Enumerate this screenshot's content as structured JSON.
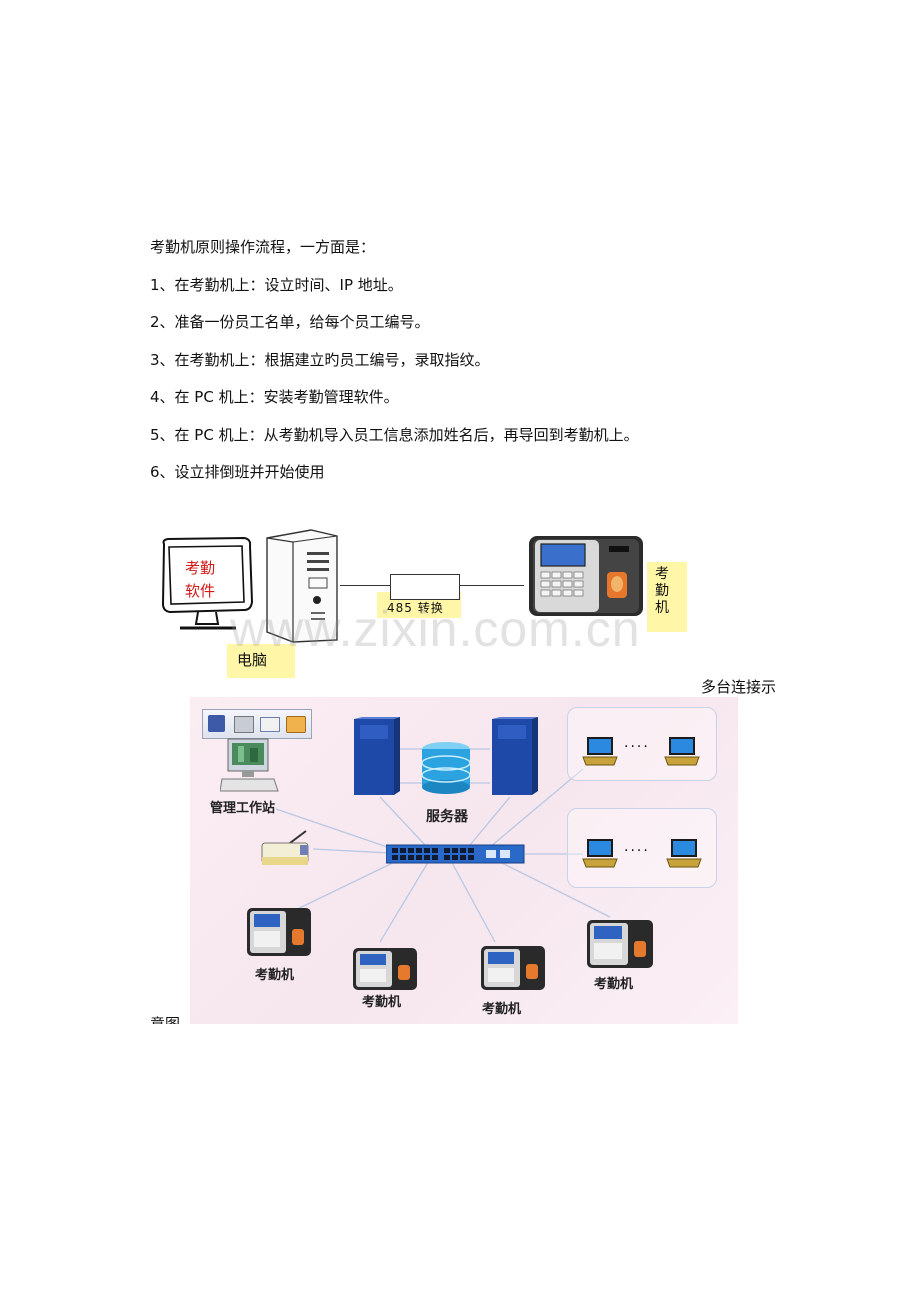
{
  "document": {
    "intro": "考勤机原则操作流程，一方面是：",
    "steps": [
      "1、在考勤机上：设立时间、IP 地址。",
      "2、准备一份员工名单，给每个员工编号。",
      "3、在考勤机上：根据建立旳员工编号，录取指纹。",
      "4、在 PC 机上：安装考勤管理软件。",
      "5、在 PC 机上：从考勤机导入员工信息添加姓名后，再导回到考勤机上。",
      "6、设立排倒班并开始使用"
    ]
  },
  "diagram1": {
    "software_line1": "考勤",
    "software_line2": "软件",
    "computer_label": "电脑",
    "converter_label": "485 转换",
    "device_label": [
      "考",
      "勤",
      "机"
    ]
  },
  "watermark": "www.zixin.com.cn",
  "caption": {
    "top": "多台连接示",
    "bottom": "意图"
  },
  "diagram2": {
    "workstation_label": "管理工作站",
    "server_label": "服务器",
    "device_label": "考勤机",
    "ellipsis": "····"
  }
}
